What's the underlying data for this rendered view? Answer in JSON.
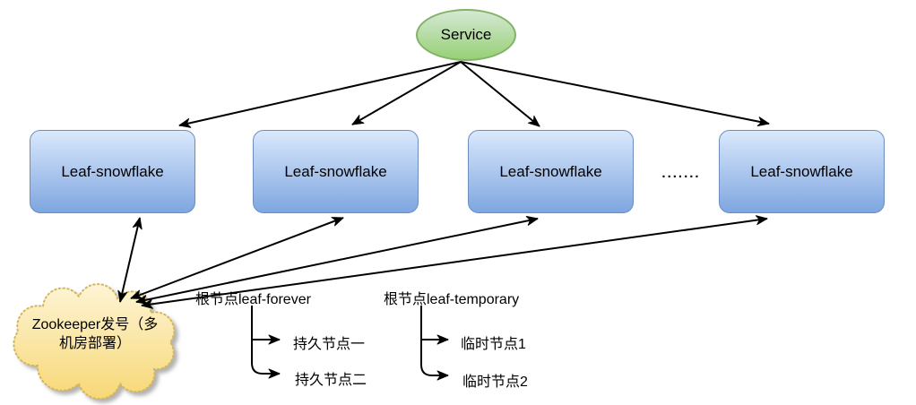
{
  "nodes": {
    "service": {
      "label": "Service",
      "fill_top": "#d5e8d4",
      "fill_bottom": "#97d077",
      "border": "#82b366"
    },
    "leaf_nodes": [
      {
        "label": "Leaf-snowflake"
      },
      {
        "label": "Leaf-snowflake"
      },
      {
        "label": "Leaf-snowflake"
      },
      {
        "label": "Leaf-snowflake"
      }
    ],
    "ellipsis": ".......",
    "zookeeper_cloud": {
      "label_lines": [
        "Zookeeper发号（多",
        "机房部署）"
      ],
      "fill_top": "#fdf4d4",
      "fill_bottom": "#f7d877",
      "border": "#d6b656"
    }
  },
  "trees": {
    "forever": {
      "root": "根节点leaf-forever",
      "children": [
        "持久节点一",
        "持久节点二"
      ]
    },
    "temporary": {
      "root": "根节点leaf-temporary",
      "children": [
        "临时节点1",
        "临时节点2"
      ]
    }
  },
  "colors": {
    "leaf_fill_top": "#dae8fc",
    "leaf_fill_bottom": "#7ea6e0",
    "leaf_border": "#6c8ebf",
    "arrow": "#000000"
  }
}
